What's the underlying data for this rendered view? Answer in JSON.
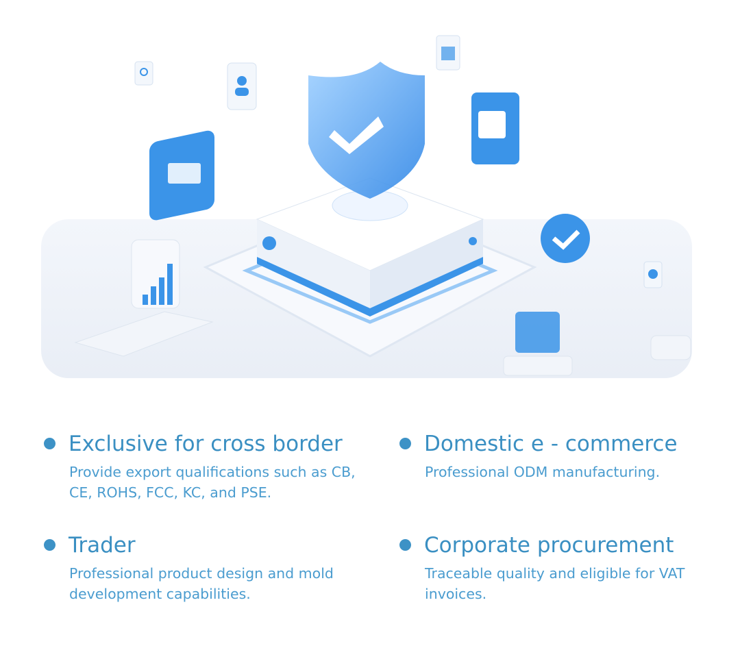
{
  "features": [
    {
      "title": "Exclusive for cross border",
      "description": "Provide export qualifications such as CB, CE, ROHS, FCC, KC, and PSE."
    },
    {
      "title": "Domestic e - commerce",
      "description": "Professional ODM manufacturing."
    },
    {
      "title": "Trader",
      "description": "Professional product design and mold development capabilities."
    },
    {
      "title": "Corporate procurement",
      "description": "Traceable quality and eligible for VAT invoices."
    }
  ],
  "colors": {
    "accent": "#3a8fc2",
    "text": "#4a9ccf",
    "illustration_blue": "#3b94e8"
  }
}
